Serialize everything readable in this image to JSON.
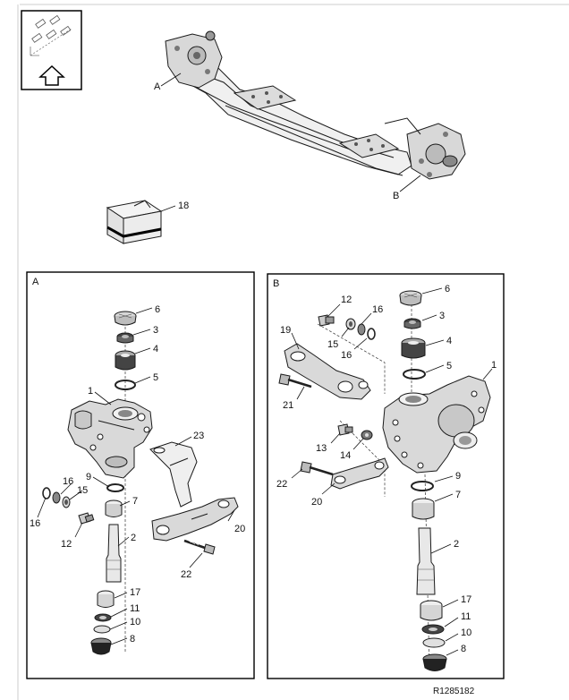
{
  "overview": {
    "label_a": "A",
    "label_b": "B",
    "kit_number": "18"
  },
  "panel_a": {
    "title": "A",
    "parts": {
      "p6": "6",
      "p3": "3",
      "p4": "4",
      "p5": "5",
      "p1": "1",
      "p23": "23",
      "p9": "9",
      "p16a": "16",
      "p15": "15",
      "p16b": "16",
      "p7": "7",
      "p12": "12",
      "p2": "2",
      "p20": "20",
      "p22": "22",
      "p17": "17",
      "p11": "11",
      "p10": "10",
      "p8": "8"
    }
  },
  "panel_b": {
    "title": "B",
    "parts": {
      "p12": "12",
      "p6": "6",
      "p16a": "16",
      "p3": "3",
      "p19": "19",
      "p15": "15",
      "p4": "4",
      "p16b": "16",
      "p5": "5",
      "p1": "1",
      "p21": "21",
      "p13": "13",
      "p14": "14",
      "p9": "9",
      "p22": "22",
      "p7": "7",
      "p20": "20",
      "p2": "2",
      "p17": "17",
      "p11": "11",
      "p10": "10",
      "p8": "8"
    }
  },
  "footer": {
    "ref": "R1285182"
  },
  "colors": {
    "line": "#1a1a1a",
    "frame": "#000000",
    "light": "#e6e6e6",
    "mid": "#bdbdbd",
    "dark": "#3a3a3a"
  }
}
